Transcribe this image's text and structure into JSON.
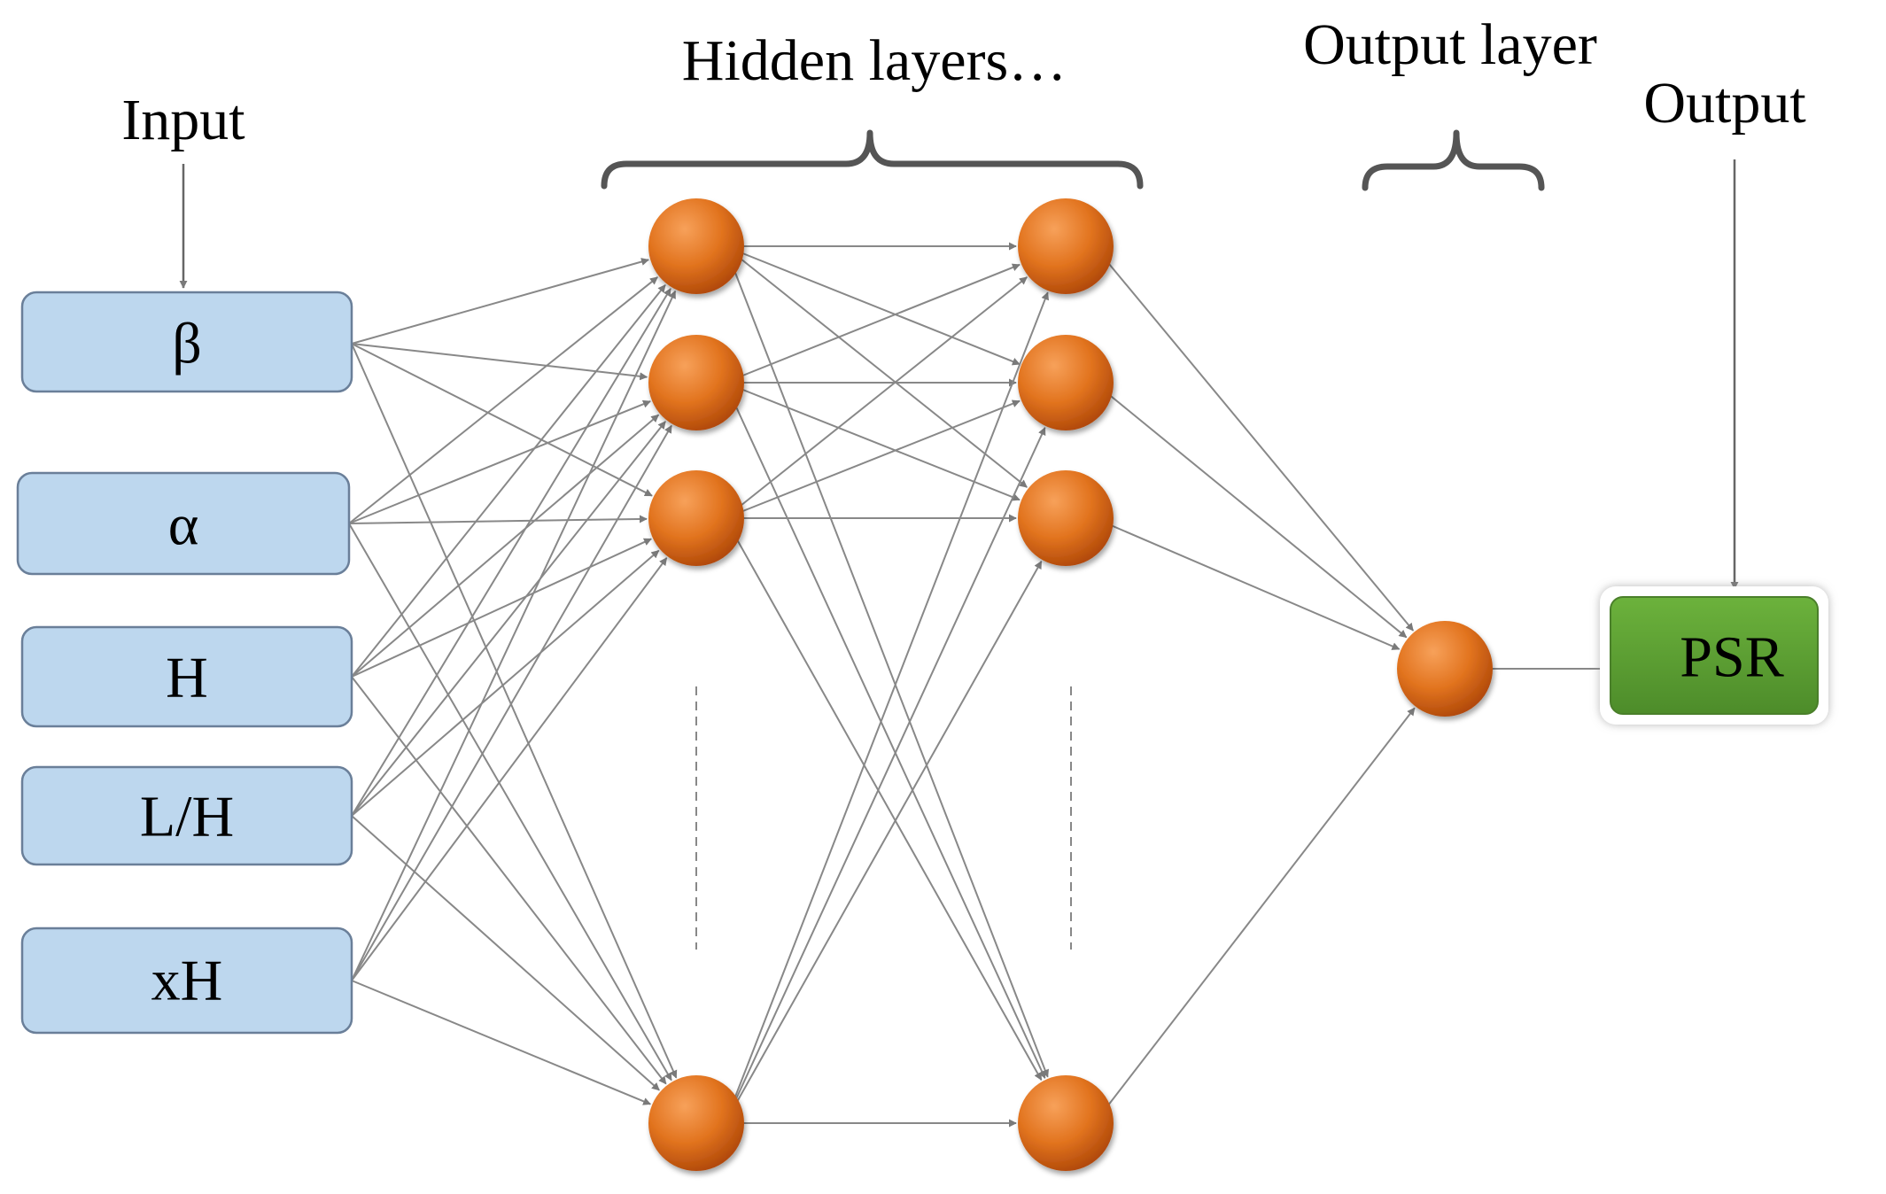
{
  "labels": {
    "input": "Input",
    "hidden": "Hidden layers…",
    "output_layer": "Output layer",
    "output": "Output"
  },
  "inputs": [
    "β",
    "α",
    "H",
    "L/H",
    "xH"
  ],
  "output_node": "PSR",
  "colors": {
    "input_fill": "#bdd7ee",
    "input_stroke": "#6a7f99",
    "neuron_dark": "#c0500c",
    "neuron_light": "#f7a15a",
    "output_fill": "#5ea233",
    "output_stroke": "#4a7f2a",
    "edge": "#888888"
  }
}
